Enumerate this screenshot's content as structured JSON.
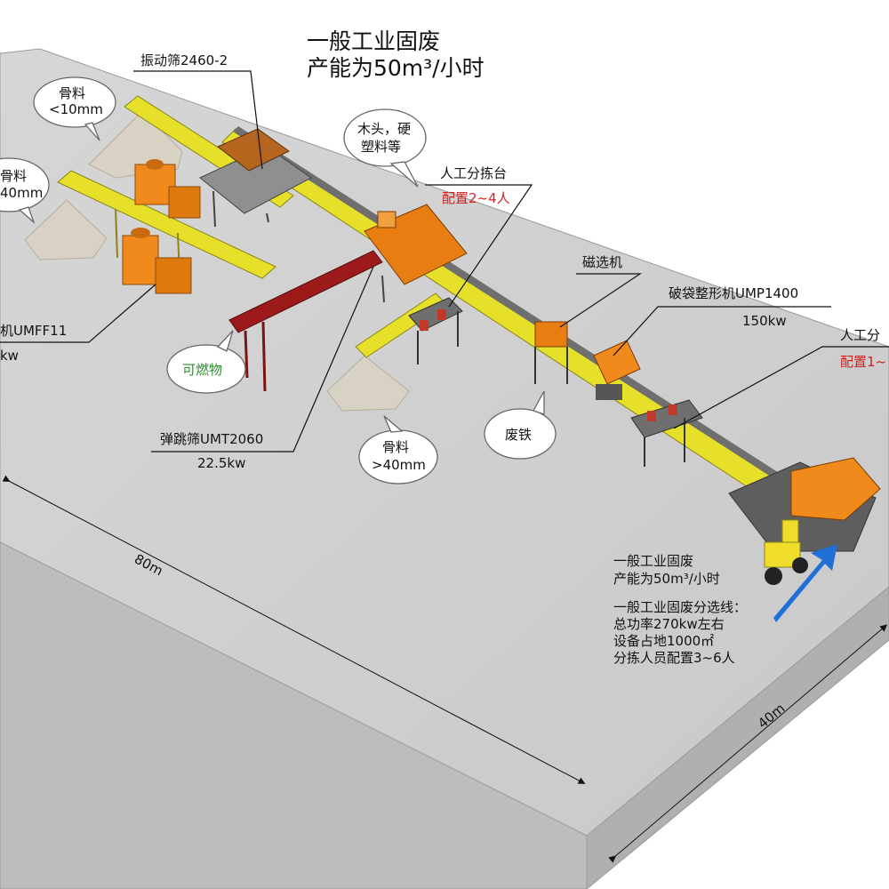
{
  "title": {
    "line1": "一般工业固废",
    "line2": "产能为50m³/小时"
  },
  "labels": {
    "vibrating_screen": "振动筛2460-2",
    "aggregate_small_1": "骨料",
    "aggregate_small_2": "<10mm",
    "aggregate_mid_1": "骨料",
    "aggregate_mid_2": "40mm",
    "wood_1": "木头，硬",
    "wood_2": "塑料等",
    "manual_sort_1": "人工分拣台",
    "manual_sort_staff": "配置2~4人",
    "magnetic_separator": "磁选机",
    "bag_breaker": "破袋整形机UMP1400",
    "bag_breaker_power": "150kw",
    "manual_sort_2": "人工分",
    "manual_sort_2_staff": "配置1~",
    "air_separator": "机UMFF11",
    "air_separator_power": "kw",
    "combustibles": "可燃物",
    "bounce_screen": "弹跳筛UMT2060",
    "bounce_screen_power": "22.5kw",
    "aggregate_large_1": "骨料",
    "aggregate_large_2": ">40mm",
    "scrap_iron": "废铁",
    "dim_length": "80m",
    "dim_width": "40m"
  },
  "summary": {
    "line1": "一般工业固废",
    "line2": "产能为50m³/小时",
    "line3": "一般工业固废分选线：",
    "line4": "总功率270kw左右",
    "line5": "设备占地1000㎡",
    "line6": "分拣人员配置3~6人"
  },
  "colors": {
    "conveyor": "#e6e02a",
    "machine": "#f08a1c",
    "slab": "#cfcfcf",
    "combustible_conveyor": "#9c1a1a",
    "arrow": "#1f6fd6",
    "staff_red": "#d21f1f",
    "combustible_green": "#2e8b2e"
  }
}
